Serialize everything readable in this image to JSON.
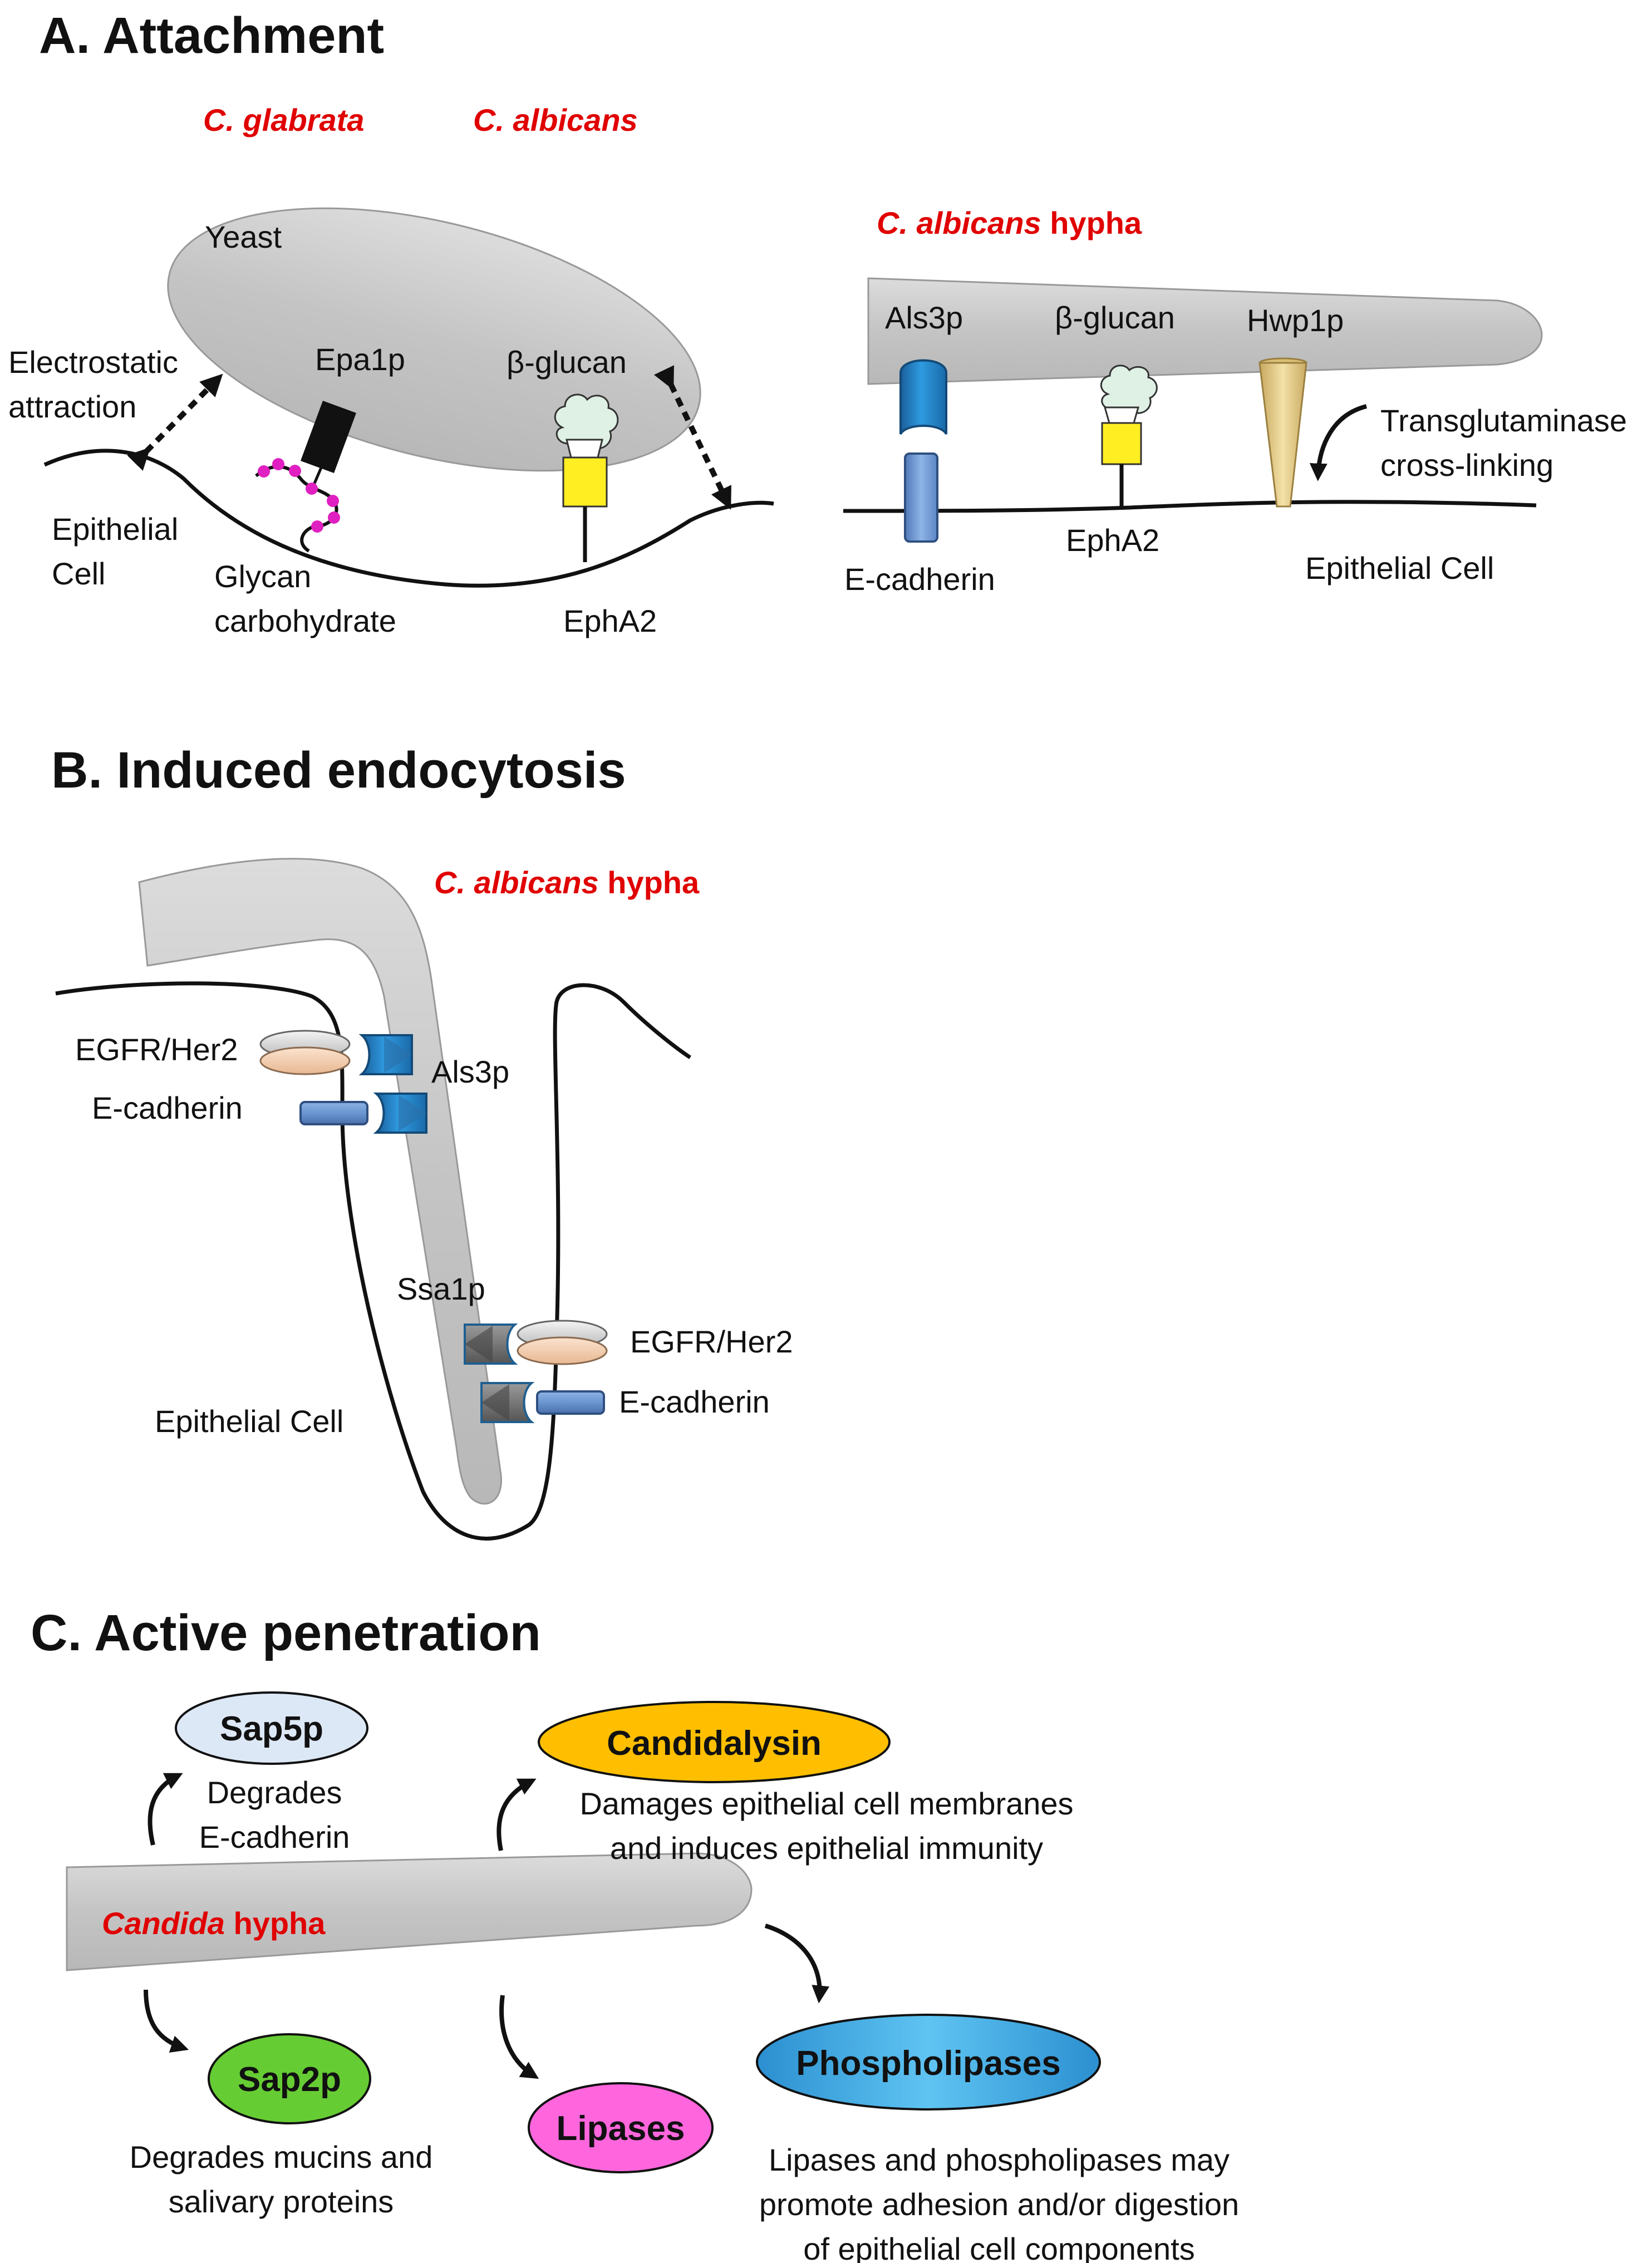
{
  "colors": {
    "species_red": "#e00000",
    "hypha_gray": "#c9c9c9",
    "als3p_blue": "#2a87c9",
    "ecadherin_blue": "#6f9fd4",
    "epha2_yellow": "#ffee22",
    "hwp1p_tan": "#e9d08a",
    "glycan_magenta": "#e020c0",
    "sap5p_fill": "#dde8f6",
    "candidalysin_fill": "#ffbf00",
    "sap2p_fill": "#66cc33",
    "lipases_fill": "#ff66dd",
    "phospholipases_fill": "#22ccee"
  },
  "panel_a": {
    "heading": "A.  Attachment",
    "left": {
      "species_1": "C. glabrata",
      "species_2": "C. albicans",
      "yeast": "Yeast",
      "electrostatic_1": "Electrostatic",
      "electrostatic_2": "attraction",
      "epa1p": "Epa1p",
      "beta_glucan": "β-glucan",
      "epithelial_1": "Epithelial",
      "epithelial_2": "Cell",
      "glycan_1": "Glycan",
      "glycan_2": "carbohydrate",
      "epha2": "EphA2"
    },
    "right": {
      "species": "C. albicans",
      "hypha": " hypha",
      "als3p": "Als3p",
      "beta_glucan": "β-glucan",
      "hwp1p": "Hwp1p",
      "transglut_1": "Transglutaminase",
      "transglut_2": "cross-linking",
      "ecadherin": "E-cadherin",
      "epha2": "EphA2",
      "epithelial": "Epithelial Cell"
    }
  },
  "panel_b": {
    "heading": "B.  Induced endocytosis",
    "species": "C. albicans",
    "hypha": " hypha",
    "egfr_1": "EGFR/Her2",
    "als3p": "Als3p",
    "ecadherin_1": "E-cadherin",
    "ssa1p": "Ssa1p",
    "egfr_2": "EGFR/Her2",
    "ecadherin_2": "E-cadherin",
    "epithelial": "Epithelial Cell"
  },
  "panel_c": {
    "heading": "C.  Active penetration",
    "species": "Candida",
    "hypha": " hypha",
    "sap5p": "Sap5p",
    "sap5p_desc_1": "Degrades",
    "sap5p_desc_2": "E-cadherin",
    "candidalysin": "Candidalysin",
    "candidalysin_desc_1": "Damages epithelial cell membranes",
    "candidalysin_desc_2": "and induces epithelial immunity",
    "sap2p": "Sap2p",
    "sap2p_desc_1": "Degrades mucins and",
    "sap2p_desc_2": "salivary proteins",
    "lipases": "Lipases",
    "phospholipases": "Phospholipases",
    "lipase_desc_1": "Lipases and phospholipases may",
    "lipase_desc_2": "promote adhesion and/or digestion",
    "lipase_desc_3": "of epithelial cell components"
  }
}
